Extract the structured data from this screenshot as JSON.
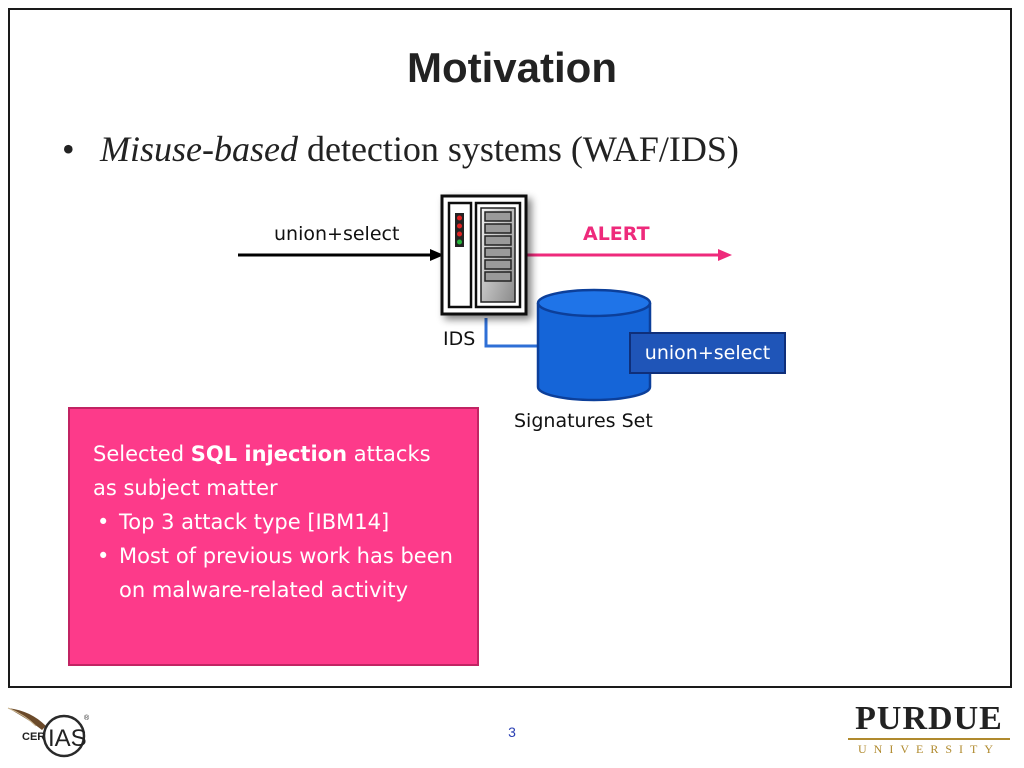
{
  "slide": {
    "title": "Motivation",
    "bullet": {
      "italic": "Misuse-based",
      "rest": " detection systems (WAF/IDS)"
    }
  },
  "diagram": {
    "input_label": "union+select",
    "alert_label": "ALERT",
    "ids_label": "IDS",
    "signature_entry": "union+select",
    "signatures_label": "Signatures Set",
    "colors": {
      "alert": "#ee2a7b",
      "database": "#1565d8",
      "link": "#2f6fd6"
    }
  },
  "callout": {
    "intro_prefix": "Selected ",
    "intro_bold": "SQL injection",
    "intro_suffix": " attacks as subject matter",
    "items": [
      "Top 3 attack type [IBM14]",
      "Most of previous work has been on malware-related activity"
    ],
    "color": "#fd3a8a"
  },
  "footer": {
    "page_number": "3",
    "left_logo_text": {
      "cer": "CER",
      "ias": "IAS",
      "mark": "®"
    },
    "right_logo": {
      "name": "PURDUE",
      "sub": "UNIVERSITY"
    }
  }
}
